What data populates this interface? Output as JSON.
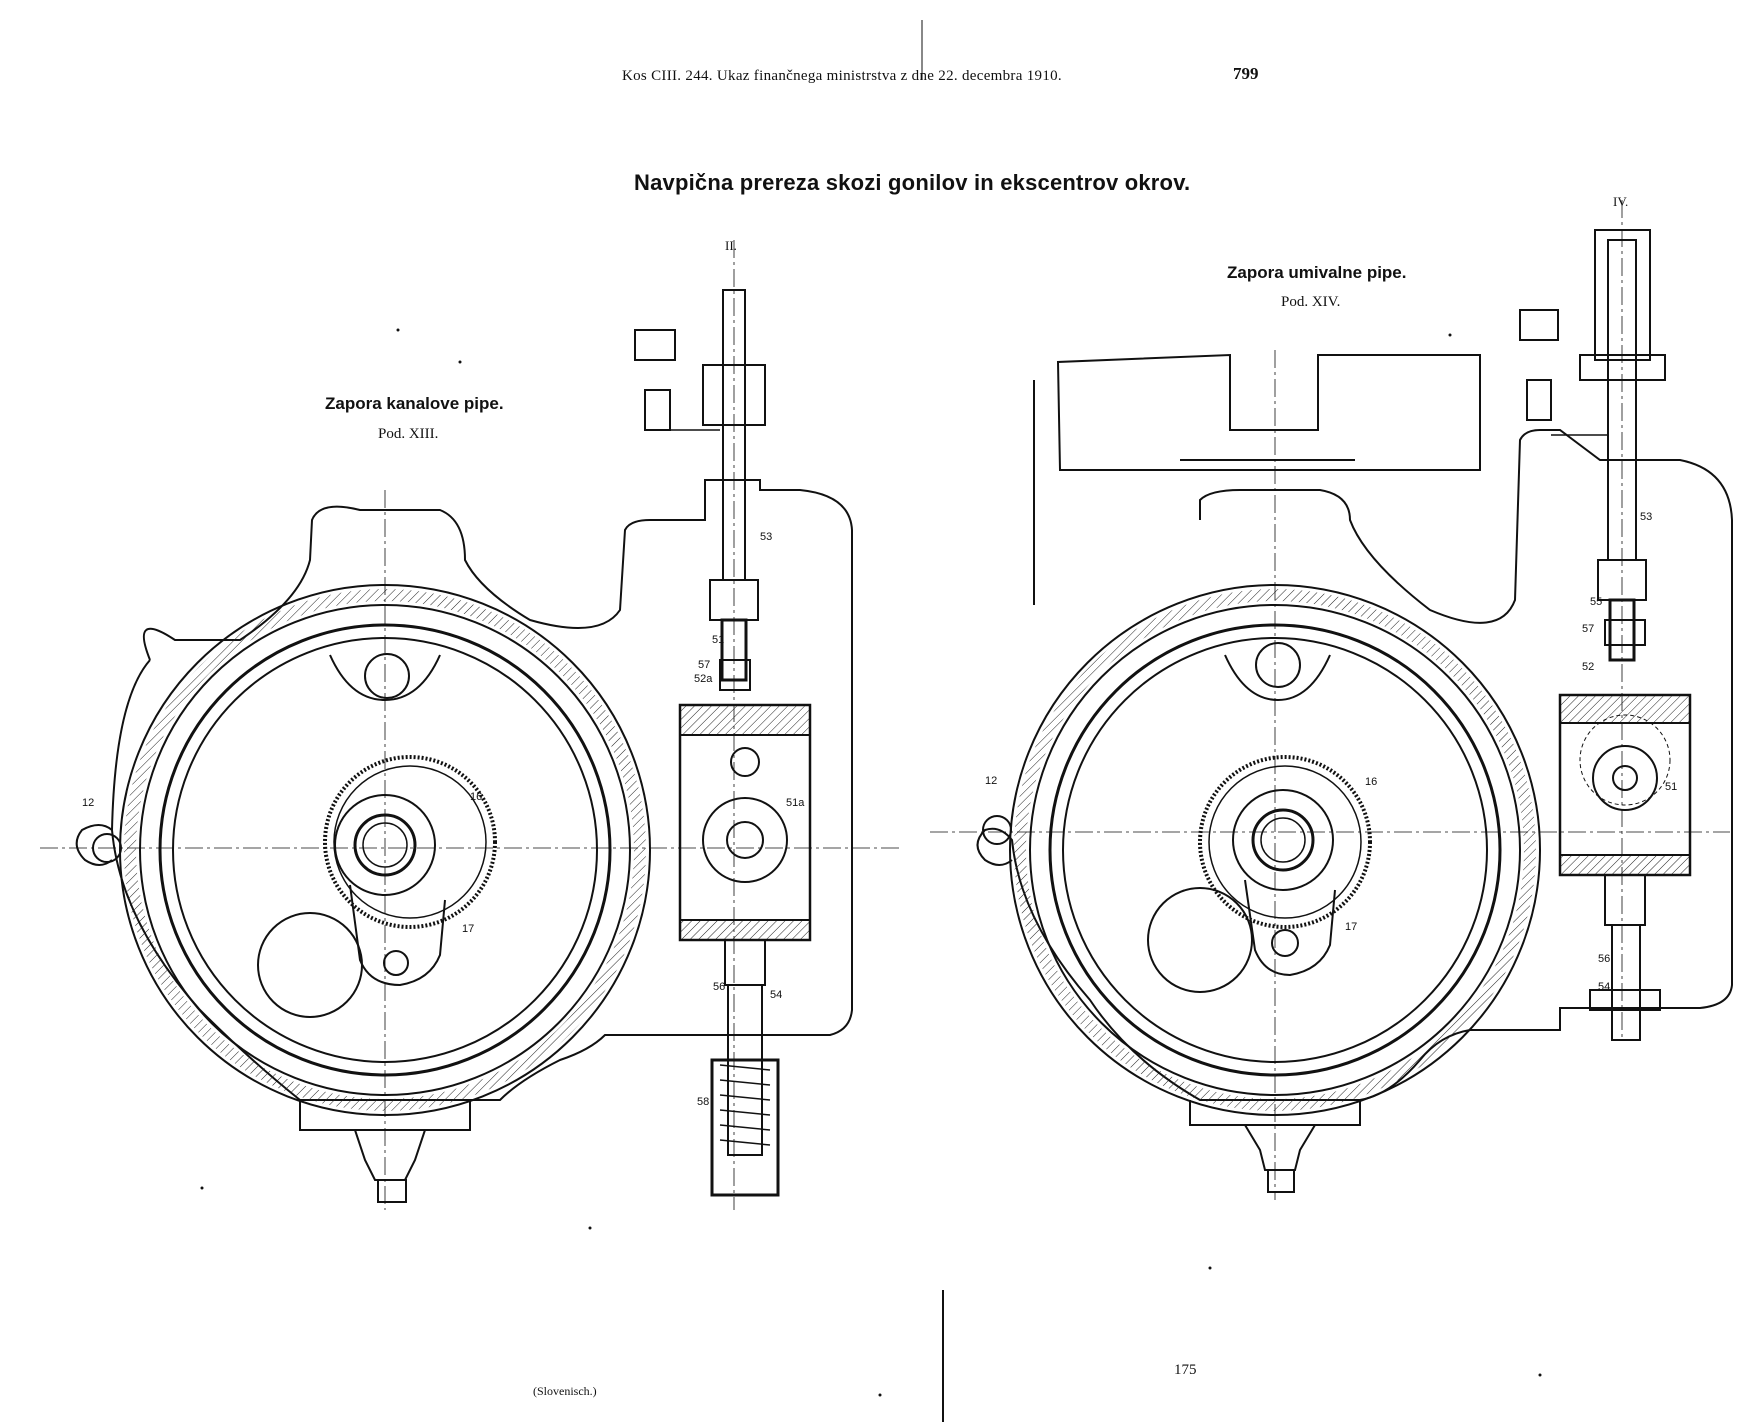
{
  "header": {
    "text": "Kos CIII. 244. Ukaz finančnega ministrstva z dne 22. decembra 1910.",
    "page_number": "799"
  },
  "title": "Navpična prereza skozi gonilov in ekscentrov okrov.",
  "figures": [
    {
      "title": "Zapora kanalove pipe.",
      "subtitle": "Pod. XIII.",
      "section_mark": "II.",
      "part_labels": [
        "12",
        "16",
        "17",
        "53",
        "51",
        "57",
        "52a",
        "51a",
        "56",
        "54",
        "58"
      ]
    },
    {
      "title": "Zapora umivalne pipe.",
      "subtitle": "Pod. XIV.",
      "section_mark": "IV.",
      "part_labels": [
        "12",
        "16",
        "17",
        "53",
        "55",
        "57",
        "52",
        "51",
        "56",
        "54"
      ]
    }
  ],
  "footer": {
    "left": "(Slovenisch.)",
    "page_number": "175"
  }
}
